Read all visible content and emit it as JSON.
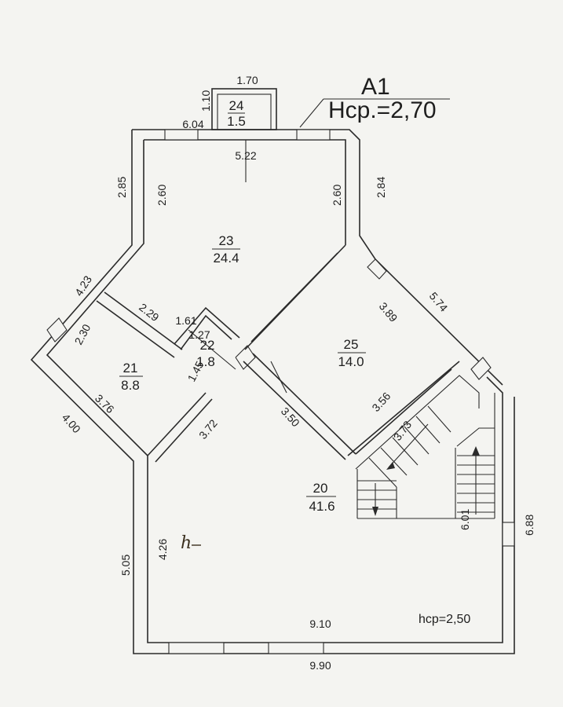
{
  "plan_label": "A1",
  "ceiling_height_main": "Нср.=2,70",
  "ceiling_height_ground": "hcp=2,50",
  "rooms": [
    {
      "id": "24",
      "area": "1.5"
    },
    {
      "id": "23",
      "area": "24.4"
    },
    {
      "id": "21",
      "area": "8.8"
    },
    {
      "id": "22",
      "area": "1.8"
    },
    {
      "id": "25",
      "area": "14.0"
    },
    {
      "id": "20",
      "area": "41.6"
    }
  ],
  "dimensions": [
    "1.70",
    "1.10",
    "6.04",
    "5.22",
    "2.85",
    "2.60",
    "2.60",
    "2.84",
    "4.23",
    "2.30",
    "2.29",
    "1.61",
    "1.27",
    "1.45",
    "3.89",
    "5.74",
    "3.76",
    "3.72",
    "3.50",
    "3.56",
    "3.73",
    "4.00",
    "5.05",
    "4.26",
    "6.01",
    "6.88",
    "9.10",
    "9.90"
  ],
  "handwriting": "h"
}
